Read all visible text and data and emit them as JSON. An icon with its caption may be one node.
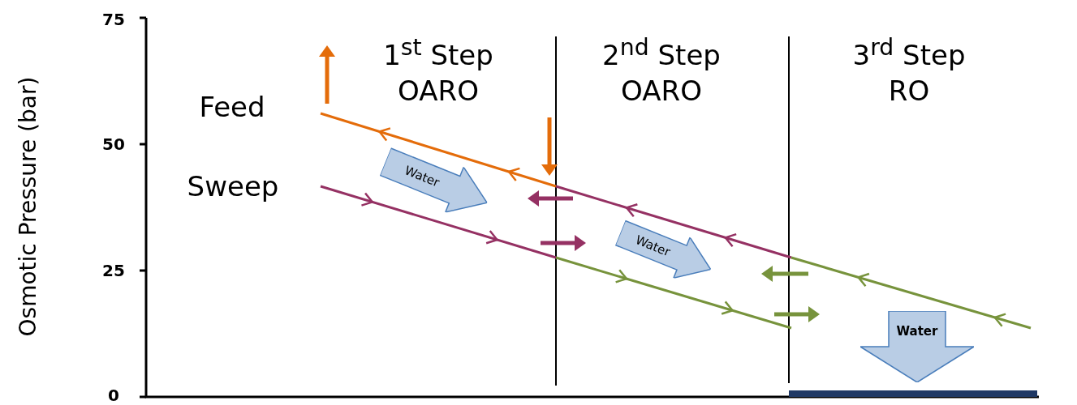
{
  "diagram": {
    "nodes": [
      {
        "text": [
          "Water"
        ]
      },
      {
        "text": [
          "Water"
        ]
      },
      {
        "text": [
          "Water"
        ]
      }
    ],
    "edges": [],
    "labels": [
      "75",
      "50",
      "25",
      "0",
      "Osmotic Pressure (bar)",
      "1$^{st}$ Step",
      "OARO",
      "2$^{nd}$ Step",
      "OARO",
      "3$^{rd}$ Step",
      "RO",
      "Feed",
      "Sweep"
    ]
  }
}
